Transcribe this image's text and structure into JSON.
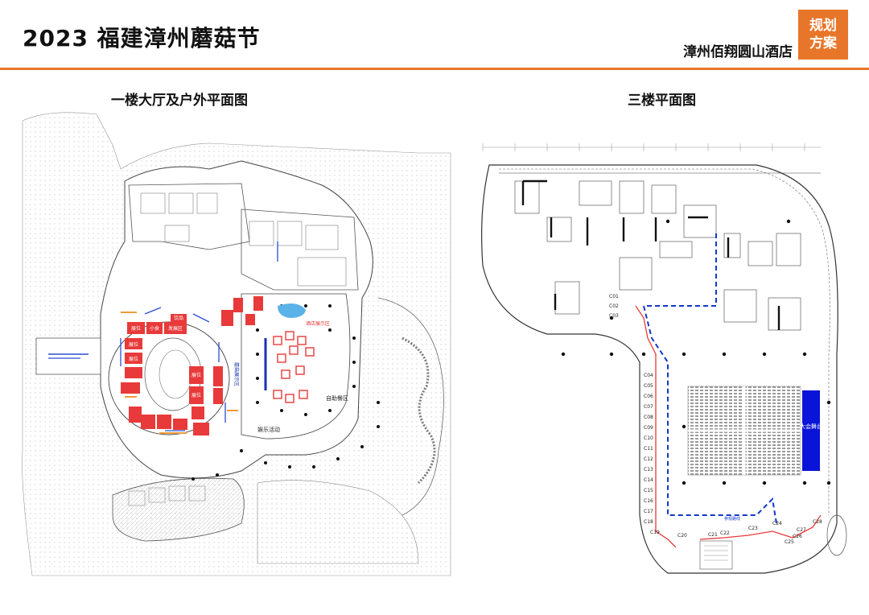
{
  "header": {
    "title": "2023 福建漳州蘑菇节",
    "venue": "漳州佰翔圆山酒店",
    "badge_line1": "规划",
    "badge_line2": "方案"
  },
  "plans": {
    "left_title": "一楼大厅及户外平面图",
    "right_title": "三楼平面图"
  },
  "left_plan": {
    "booths": [
      {
        "label": "展位"
      },
      {
        "label": "小食"
      },
      {
        "label": "发展区"
      },
      {
        "label": "饮品"
      },
      {
        "label": "展位"
      },
      {
        "label": "展位"
      },
      {
        "label": "展位"
      },
      {
        "label": "展位"
      }
    ],
    "labels": {
      "entertainment": "娱乐活动",
      "self_service": "自助餐区",
      "hotel_area": "酒店展示区",
      "stage_note": "蘑菇展示区"
    }
  },
  "right_plan": {
    "stage_label": "大会舞台",
    "booth_codes_left": [
      "C01",
      "C02",
      "C03",
      "C04",
      "C05",
      "C06",
      "C07",
      "C08",
      "C09",
      "C10",
      "C11",
      "C12",
      "C13",
      "C14",
      "C15",
      "C16",
      "C17",
      "C18",
      "C19"
    ],
    "booth_codes_bottom": [
      "C20",
      "C21",
      "C22",
      "C23",
      "C24",
      "C25",
      "C26",
      "C27",
      "C28"
    ],
    "route_label": "参观路线"
  },
  "colors": {
    "accent": "#e8762a",
    "booth_red": "#e83a3a",
    "stage_blue": "#0a14d8",
    "route_blue": "#1238c8"
  }
}
